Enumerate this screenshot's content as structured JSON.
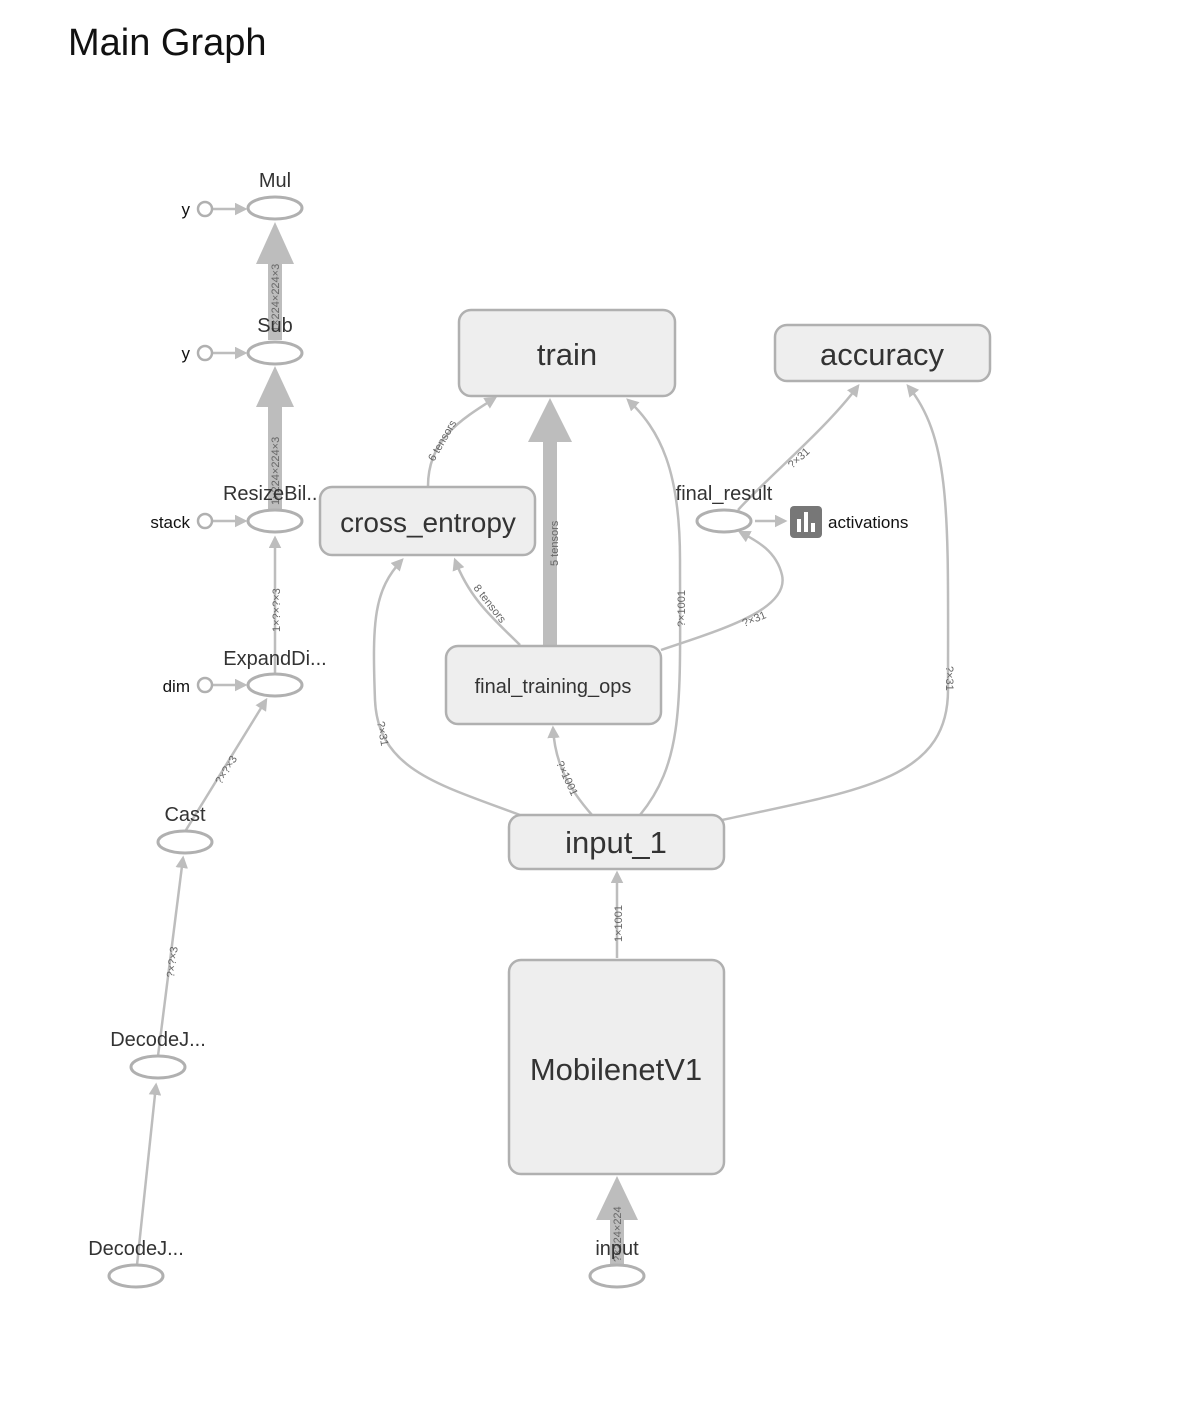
{
  "title": "Main Graph",
  "colors": {
    "edge": "#bdbdbd",
    "node_stroke": "#b0b0b0",
    "meta_fill": "#eeeeee",
    "summary_icon": "#777777"
  },
  "nodes": {
    "mul": "Mul",
    "sub": "Sub",
    "resize": "ResizeBil...",
    "expand": "ExpandDi...",
    "cast": "Cast",
    "decode1": "DecodeJ...",
    "decode2": "DecodeJ...",
    "train": "train",
    "accuracy": "accuracy",
    "cross_entropy": "cross_entropy",
    "final_result": "final_result",
    "final_training_ops": "final_training_ops",
    "input_1": "input_1",
    "mobilenet": "MobilenetV1",
    "input": "input"
  },
  "constants": {
    "y1": "y",
    "y2": "y",
    "stack": "stack",
    "dim": "dim"
  },
  "summary": {
    "label": "activations",
    "icon": "bar-chart-icon"
  },
  "edge_labels": {
    "sub_to_mul": "1×224×224×3",
    "resize_to_sub": "1×224×224×3",
    "expand_to_resize": "1×?×?×3",
    "cast_to_expand": "?×?×3",
    "decode_to_cast": "?×?×3",
    "ce_to_train": "6 tensors",
    "fto_to_train": "5 tensors",
    "input1_to_train": "?×1001",
    "fr_to_accuracy": "?×31",
    "fto_to_ce": "8 tensors",
    "fto_to_fr": "?×31",
    "input1_to_accuracy": "?×31",
    "input1_to_ce": "?×31",
    "input1_to_fto": "?×1001",
    "mobilenet_to_input1": "1×1001",
    "input_to_mobilenet": "?×224×224"
  }
}
